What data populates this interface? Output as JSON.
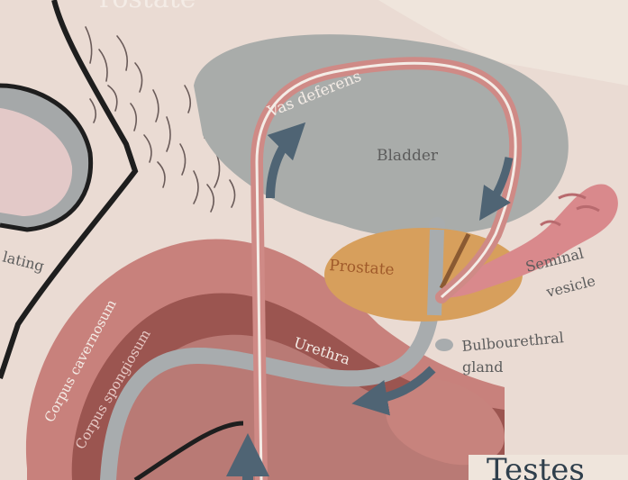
{
  "labels": {
    "top_title_fragment": "rostate",
    "vas_deferens": "Vas deferens",
    "bladder": "Bladder",
    "prostate": "Prostate",
    "seminal_vesicle_line1": "Seminal",
    "seminal_vesicle_line2": "vesicle",
    "bulbourethral_line1": "Bulbourethral",
    "bulbourethral_line2": "gland",
    "urethra": "Urethra",
    "corpus_cavernosum": "Corpus cavernosum",
    "corpus_spongiosum": "Corpus spongiosum",
    "left_fragment": "lating",
    "bottom_title_fragment": "Testes"
  },
  "colors": {
    "background": "#efe5dc",
    "skin": "#e8d3cc",
    "bladder": "#a9acaa",
    "prostate": "#d79f5c",
    "vas_deferens": "#cf8a86",
    "seminal_vesicle": "#d9898c",
    "penis_outer": "#c8817c",
    "penis_mid": "#9b5550",
    "spongiosum": "#b97a75",
    "urethra": "#a8acae",
    "arrow": "#4f6474",
    "outline": "#1e1e1e",
    "label_text": "#5c5c5c",
    "light_label": "#f4ece6"
  }
}
